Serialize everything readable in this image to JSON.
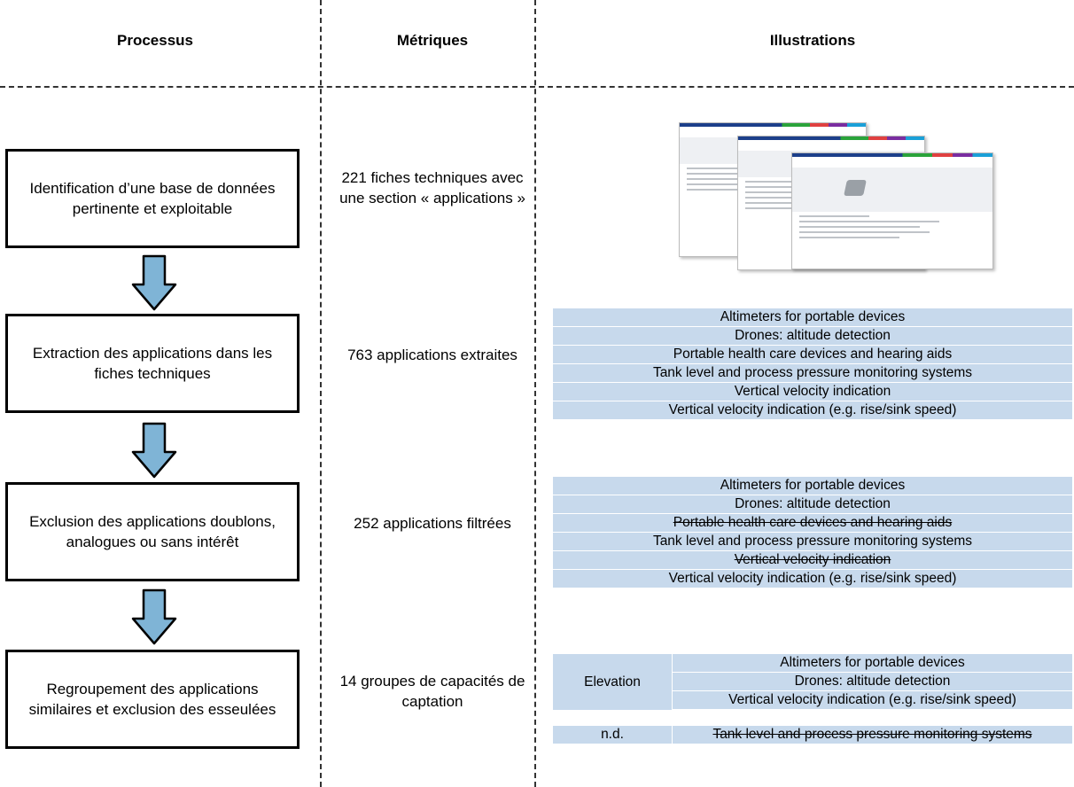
{
  "headers": {
    "processus": "Processus",
    "metriques": "Métriques",
    "illustrations": "Illustrations"
  },
  "steps": [
    {
      "process": "Identification d’une base de données pertinente et exploitable",
      "metric": "221 fiches techniques avec une section « applications »"
    },
    {
      "process": "Extraction des applications dans les fiches techniques",
      "metric": "763 applications extraites"
    },
    {
      "process": "Exclusion des applications doublons, analogues ou sans intérêt",
      "metric": "252 applications filtrées"
    },
    {
      "process": "Regroupement des applications similaires et exclusion des esseulées",
      "metric": "14 groupes de capacités de captation"
    }
  ],
  "extracted_applications": [
    "Altimeters for portable devices",
    "Drones: altitude detection",
    "Portable health care devices and hearing aids",
    "Tank level and process pressure monitoring systems",
    "Vertical velocity indication",
    "Vertical velocity indication (e.g. rise/sink speed)"
  ],
  "filtered_applications": [
    {
      "text": "Altimeters for portable devices",
      "struck": false
    },
    {
      "text": "Drones: altitude detection",
      "struck": false
    },
    {
      "text": "Portable health care devices and hearing aids",
      "struck": true
    },
    {
      "text": "Tank level and process pressure monitoring systems",
      "struck": false
    },
    {
      "text": "Vertical velocity indication",
      "struck": true
    },
    {
      "text": "Vertical velocity indication (e.g. rise/sink speed)",
      "struck": false
    }
  ],
  "groups": [
    {
      "label": "Elevation",
      "items": [
        "Altimeters for portable devices",
        "Drones: altitude detection",
        "Vertical velocity indication (e.g. rise/sink speed)"
      ]
    },
    {
      "label": "n.d.",
      "items": [
        "Tank level and process pressure monitoring systems"
      ],
      "struck": true
    }
  ],
  "colors": {
    "table_fill": "#c7d9ec",
    "arrow_fill": "#7fb4d6"
  }
}
